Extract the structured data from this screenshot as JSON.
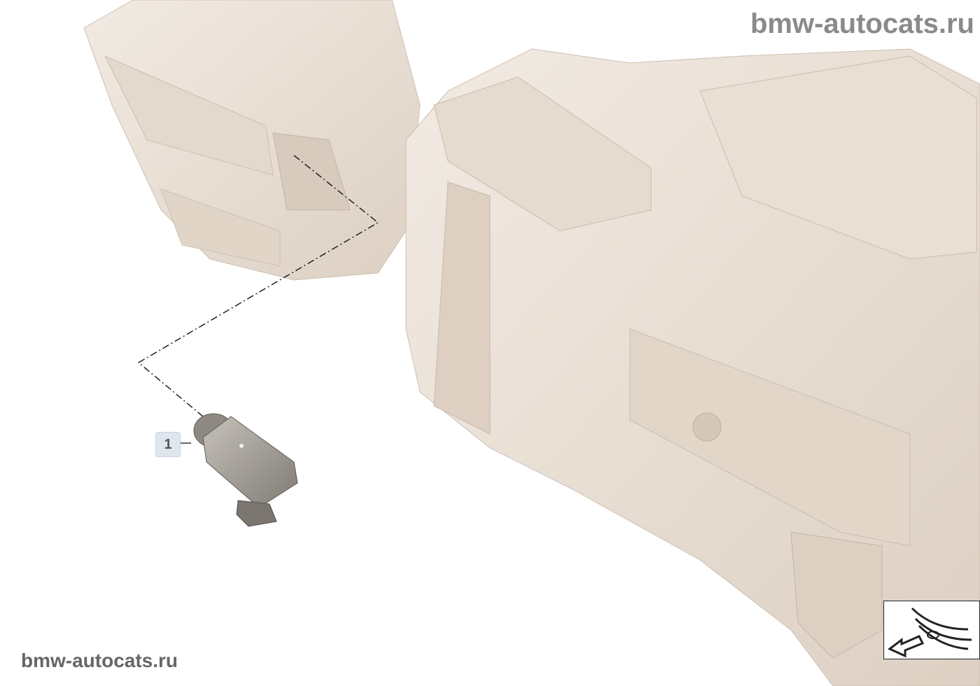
{
  "watermark_top": "bmw-autocats.ru",
  "watermark_bottom": "bmw-autocats.ru",
  "callouts": [
    {
      "number": "1"
    }
  ],
  "colors": {
    "housing": "#ece3da",
    "housing_shade": "#d9cbbd",
    "part": "#a8a49c",
    "callout_bg": "#dfe6ee"
  },
  "icons": {
    "orientation": "car-front-arrow-icon"
  }
}
